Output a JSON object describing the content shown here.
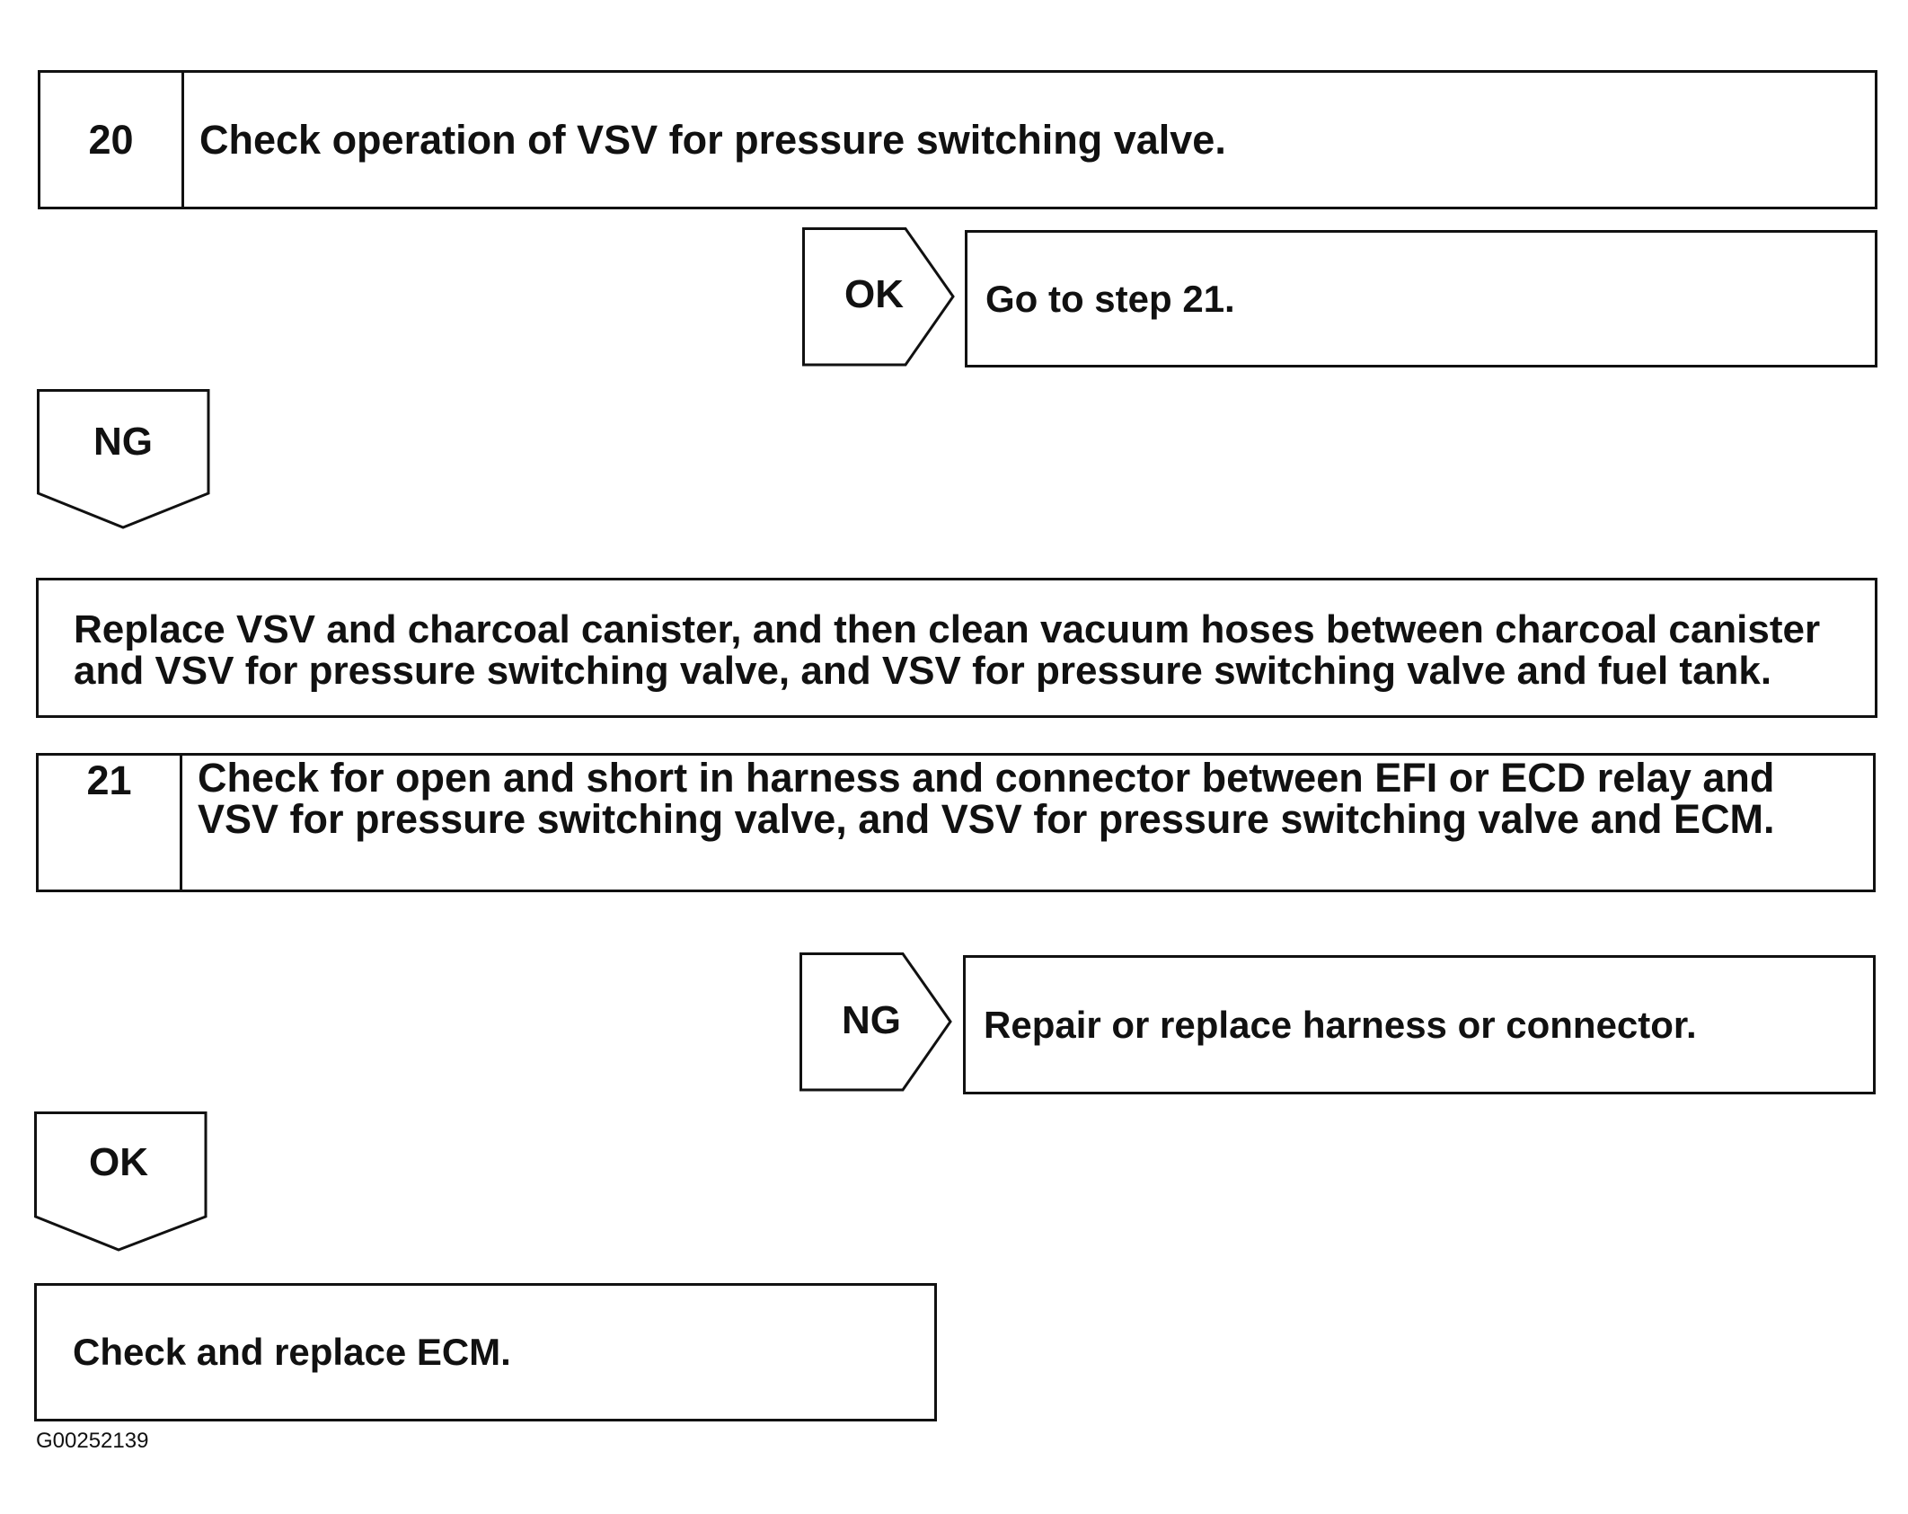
{
  "step20": {
    "number": "20",
    "text": "Check operation of VSV for pressure switching valve."
  },
  "step20_ok": {
    "label": "OK",
    "result": "Go to step 21."
  },
  "step20_ng": {
    "label": "NG"
  },
  "replace_box": {
    "text": "Replace VSV and charcoal canister, and then clean vacuum hoses between charcoal canister and VSV for pressure switching valve, and VSV for pressure switching valve and fuel tank."
  },
  "step21": {
    "number": "21",
    "text": "Check for open and short in harness and connector between EFI or ECD relay and VSV for pressure switching valve, and VSV for pressure switching valve and ECM."
  },
  "step21_ng": {
    "label": "NG",
    "result": "Repair or replace harness or connector."
  },
  "step21_ok": {
    "label": "OK"
  },
  "final_box": {
    "text": "Check and replace ECM."
  },
  "figure_id": "G00252139"
}
